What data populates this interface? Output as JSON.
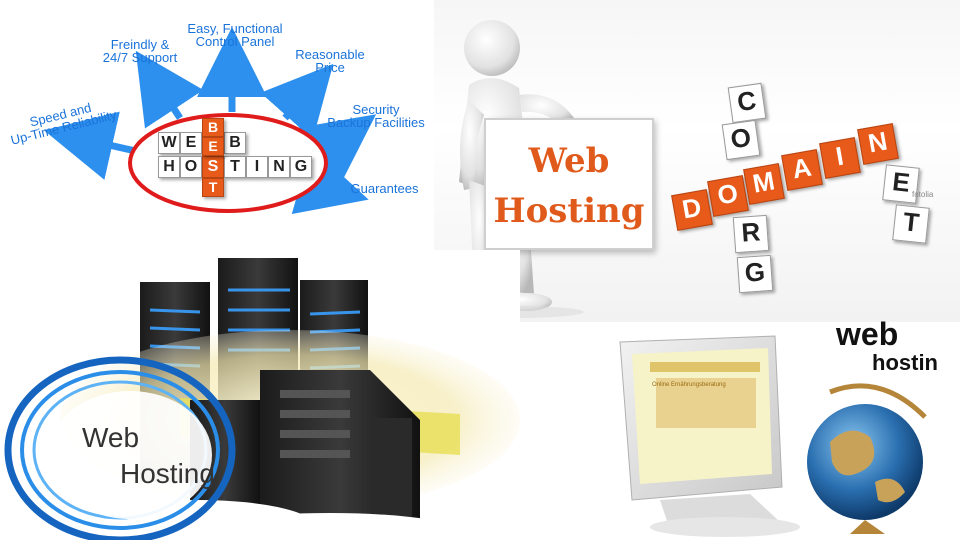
{
  "infographic": {
    "center_cubes": {
      "web": [
        "W",
        "E",
        "B"
      ],
      "hosting": [
        "H",
        "O",
        "S",
        "T",
        "I",
        "N",
        "G"
      ],
      "best": [
        "B",
        "E",
        "S",
        "T"
      ]
    },
    "labels": {
      "speed": "Speed and\nUp-Time Reliability",
      "support": "Freindly &\n24/7 Support",
      "control": "Easy, Functional\nControl Panel",
      "price": "Reasonable\nPrice",
      "security": "Security\nBackup Facilities",
      "guarantees": "Guarantees"
    },
    "colors": {
      "label": "#1a73d9",
      "arrow": "#2e90ee",
      "ring": "#e01b1b"
    }
  },
  "sign_figure": {
    "line1": "Web",
    "line2": "Hosting",
    "color": "#e05a1b"
  },
  "domain_crossword": {
    "horizontal": [
      "D",
      "O",
      "M",
      "A",
      "I",
      "N"
    ],
    "com": [
      "C",
      "O",
      "M"
    ],
    "org": [
      "O",
      "R",
      "G"
    ],
    "net": [
      "N",
      "E",
      "T"
    ],
    "watermark": "fotolia",
    "color": "#e85a1a"
  },
  "servers": {
    "line1": "Web",
    "line2": "Hosting",
    "ring_color": "#1a7fd4"
  },
  "globe_monitor": {
    "line1": "web",
    "line2": "hostin",
    "screen_banner": "Online Ernährungsberatung"
  }
}
